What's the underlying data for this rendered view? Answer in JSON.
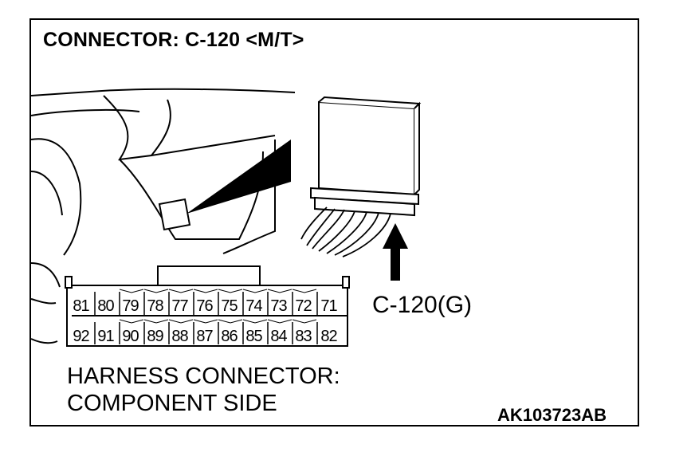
{
  "title": "CONNECTOR: C-120 <M/T>",
  "connector_label": "C-120(G)",
  "caption": {
    "line1": "HARNESS CONNECTOR:",
    "line2": "COMPONENT SIDE"
  },
  "figure_code": "AK103723AB",
  "pins": {
    "top_row": [
      "81",
      "80",
      "79",
      "78",
      "77",
      "76",
      "75",
      "74",
      "73",
      "72",
      "71"
    ],
    "bottom_row": [
      "92",
      "91",
      "90",
      "89",
      "88",
      "87",
      "86",
      "85",
      "84",
      "83",
      "82"
    ]
  }
}
